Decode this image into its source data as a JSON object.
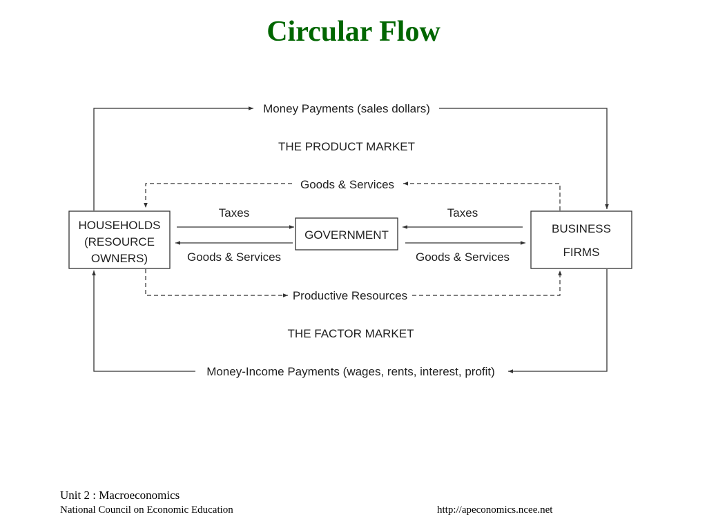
{
  "slide": {
    "title": "Circular Flow"
  },
  "diagram": {
    "nodes": {
      "households": [
        "HOUSEHOLDS",
        "(RESOURCE",
        "OWNERS)"
      ],
      "government": "GOVERNMENT",
      "business": [
        "BUSINESS",
        "FIRMS"
      ]
    },
    "flows": {
      "money_payments": "Money Payments (sales dollars)",
      "product_market": "THE PRODUCT MARKET",
      "goods_services_top": "Goods & Services",
      "taxes_left": "Taxes",
      "goods_services_left": "Goods & Services",
      "taxes_right": "Taxes",
      "goods_services_right": "Goods & Services",
      "productive_resources": "Productive Resources",
      "factor_market": "THE FACTOR MARKET",
      "money_income": "Money-Income Payments (wages, rents, interest, profit)"
    },
    "colors": {
      "line": "#333333",
      "text": "#222222"
    }
  },
  "footer": {
    "unit": "Unit 2 : Macroeconomics",
    "org": "National Council on Economic Education",
    "url": "http://apeconomics.ncee.net"
  }
}
